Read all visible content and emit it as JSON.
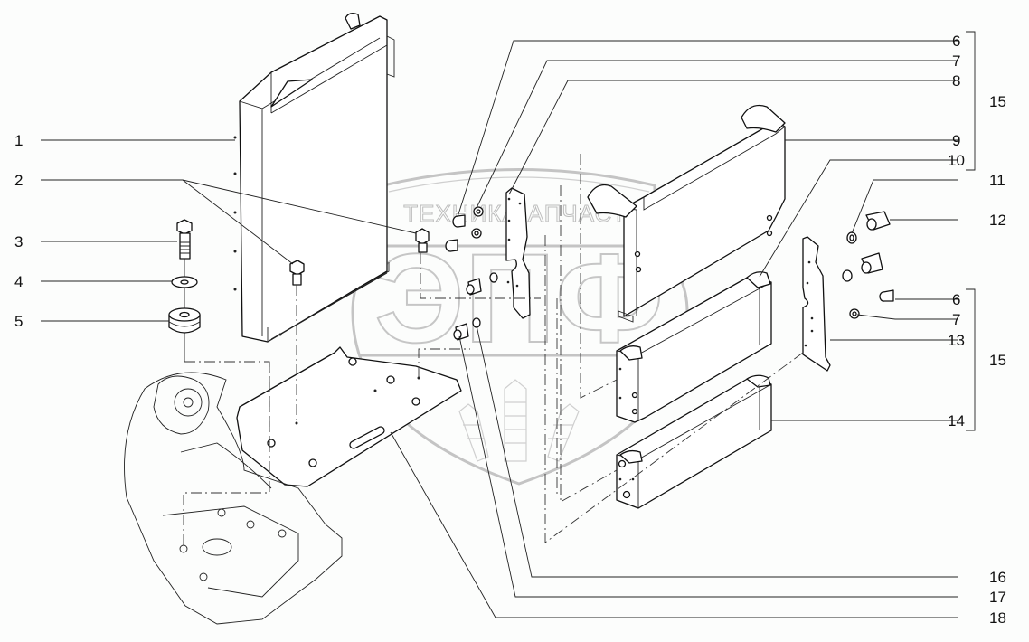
{
  "diagram": {
    "type": "exploded-parts-diagram",
    "subject": "radiator and cooler assembly",
    "watermark": {
      "top_left_text": "ТЕХНИКА",
      "top_right_text": "ЗАПЧАСТИ",
      "logo_letters": "ЭПФ",
      "gear_icon": "gear-icon"
    },
    "callouts_left": [
      {
        "number": "1",
        "part": "radiator core"
      },
      {
        "number": "2",
        "part": "bolt (radiator mount)"
      },
      {
        "number": "3",
        "part": "bolt"
      },
      {
        "number": "4",
        "part": "washer"
      },
      {
        "number": "5",
        "part": "rubber mount"
      }
    ],
    "callouts_right": [
      {
        "number": "6",
        "part": "plug"
      },
      {
        "number": "7",
        "part": "lock washer"
      },
      {
        "number": "8",
        "part": "bracket"
      },
      {
        "number": "9",
        "part": "charge air cooler"
      },
      {
        "number": "10",
        "part": "oil cooler"
      },
      {
        "number": "11",
        "part": "seal ring"
      },
      {
        "number": "12",
        "part": "elbow fitting"
      },
      {
        "number": "6",
        "part": "plug"
      },
      {
        "number": "7",
        "part": "lock washer"
      },
      {
        "number": "13",
        "part": "bracket"
      },
      {
        "number": "14",
        "part": "cooler"
      },
      {
        "number": "16",
        "part": "seal ring"
      },
      {
        "number": "17",
        "part": "elbow fitting"
      },
      {
        "number": "18",
        "part": "base plate"
      }
    ],
    "groups": [
      {
        "number": "15",
        "members": [
          "6",
          "7",
          "8",
          "9",
          "10"
        ]
      },
      {
        "number": "15",
        "members": [
          "6",
          "7",
          "13",
          "14"
        ]
      }
    ]
  }
}
